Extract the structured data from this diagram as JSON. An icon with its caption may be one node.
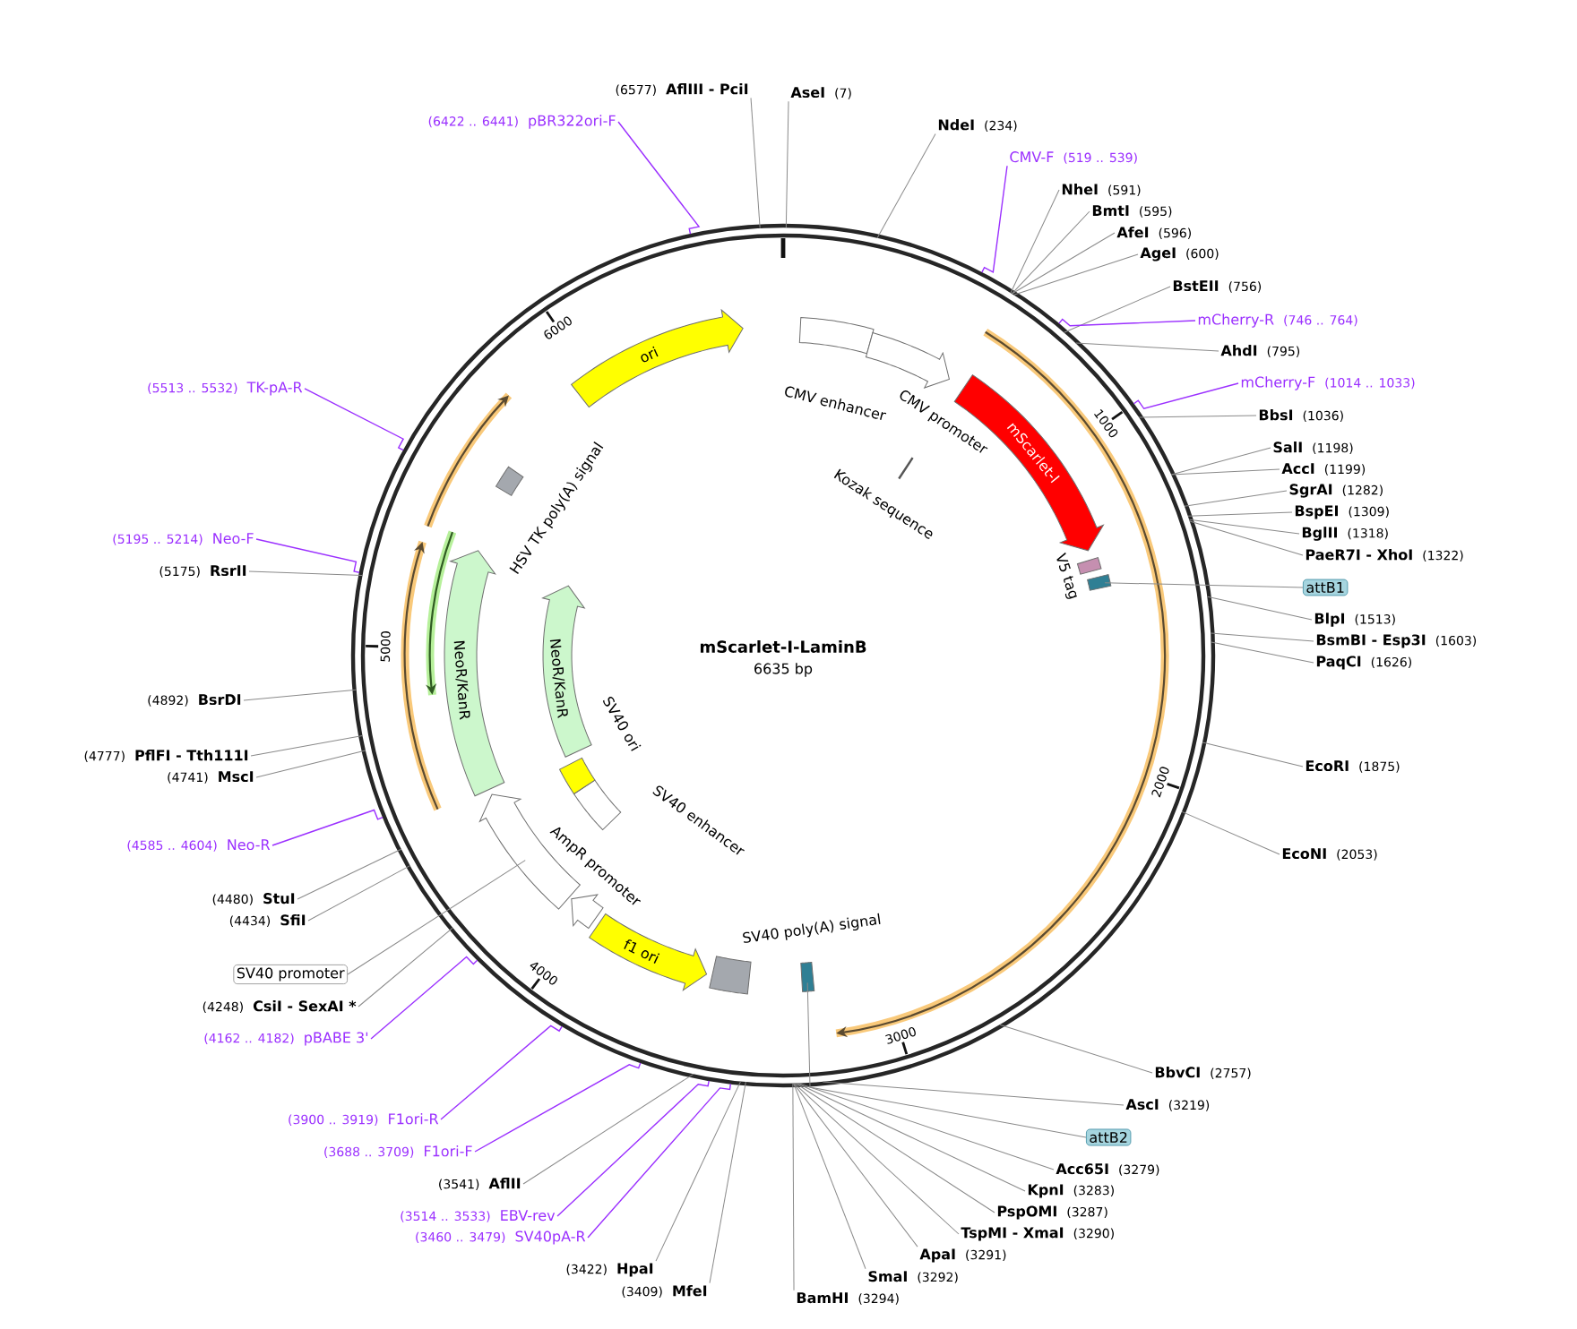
{
  "diagram": {
    "title": "mScarlet-I-LaminB",
    "nodes": [
      {
        "text": [
          "(6577)",
          "AflIII - PciI"
        ]
      },
      {
        "text": [
          "AseI",
          "(7)"
        ]
      },
      {
        "text": [
          "(6422 .. 6441)",
          "pBR322ori-F"
        ]
      },
      {
        "text": [
          "NdeI",
          "(234)"
        ]
      },
      {
        "text": [
          "CMV-F",
          "(519 .. 539)"
        ]
      },
      {
        "text": [
          "NheI",
          "(591)"
        ]
      },
      {
        "text": [
          "BmtI",
          "(595)"
        ]
      },
      {
        "text": [
          "AfeI",
          "(596)"
        ]
      },
      {
        "text": [
          "AgeI",
          "(600)"
        ]
      },
      {
        "text": [
          "BstEII",
          "(756)"
        ]
      },
      {
        "text": [
          "mCherry-R",
          "(746 .. 764)"
        ]
      },
      {
        "text": [
          "AhdI",
          "(795)"
        ]
      },
      {
        "text": [
          "mCherry-F",
          "(1014 .. 1033)"
        ]
      },
      {
        "text": [
          "BbsI",
          "(1036)"
        ]
      },
      {
        "text": [
          "SalI",
          "(1198)"
        ]
      },
      {
        "text": [
          "AccI",
          "(1199)"
        ]
      },
      {
        "text": [
          "SgrAI",
          "(1282)"
        ]
      },
      {
        "text": [
          "BspEI",
          "(1309)"
        ]
      },
      {
        "text": [
          "BglII",
          "(1318)"
        ]
      },
      {
        "text": [
          "PaeR7I - XhoI",
          "(1322)"
        ]
      },
      {
        "text": [
          "attB1"
        ]
      },
      {
        "text": [
          "BlpI",
          "(1513)"
        ]
      },
      {
        "text": [
          "BsmBI - Esp3I",
          "(1603)"
        ]
      },
      {
        "text": [
          "PaqCI",
          "(1626)"
        ]
      },
      {
        "text": [
          "EcoRI",
          "(1875)"
        ]
      },
      {
        "text": [
          "EcoNI",
          "(2053)"
        ]
      },
      {
        "text": [
          "BbvCI",
          "(2757)"
        ]
      },
      {
        "text": [
          "AscI",
          "(3219)"
        ]
      },
      {
        "text": [
          "attB2"
        ]
      },
      {
        "text": [
          "Acc65I",
          "(3279)"
        ]
      },
      {
        "text": [
          "KpnI",
          "(3283)"
        ]
      },
      {
        "text": [
          "PspOMI",
          "(3287)"
        ]
      },
      {
        "text": [
          "TspMI - XmaI",
          "(3290)"
        ]
      },
      {
        "text": [
          "ApaI",
          "(3291)"
        ]
      },
      {
        "text": [
          "SmaI",
          "(3292)"
        ]
      },
      {
        "text": [
          "BamHI",
          "(3294)"
        ]
      },
      {
        "text": [
          "(3409)",
          "MfeI"
        ]
      },
      {
        "text": [
          "(3422)",
          "HpaI"
        ]
      },
      {
        "text": [
          "(3460 .. 3479)",
          "SV40pA-R"
        ]
      },
      {
        "text": [
          "(3514 .. 3533)",
          "EBV-rev"
        ]
      },
      {
        "text": [
          "(3541)",
          "AflII"
        ]
      },
      {
        "text": [
          "(3688 .. 3709)",
          "F1ori-F"
        ]
      },
      {
        "text": [
          "(3900 .. 3919)",
          "F1ori-R"
        ]
      },
      {
        "text": [
          "(4162 .. 4182)",
          "pBABE 3'"
        ]
      },
      {
        "text": [
          "(4248)",
          "CsiI - SexAI *"
        ]
      },
      {
        "text": [
          "SV40 promoter"
        ]
      },
      {
        "text": [
          "(4434)",
          "SfiI"
        ]
      },
      {
        "text": [
          "(4480)",
          "StuI"
        ]
      },
      {
        "text": [
          "(4585 .. 4604)",
          "Neo-R"
        ]
      },
      {
        "text": [
          "(4741)",
          "MscI"
        ]
      },
      {
        "text": [
          "(4777)",
          "PflFI - Tth111I"
        ]
      },
      {
        "text": [
          "(4892)",
          "BsrDI"
        ]
      },
      {
        "text": [
          "(5175)",
          "RsrII"
        ]
      },
      {
        "text": [
          "(5195 .. 5214)",
          "Neo-F"
        ]
      },
      {
        "text": [
          "(5513 .. 5532)",
          "TK-pA-R"
        ]
      },
      {
        "text": [
          "ori"
        ]
      },
      {
        "text": [],
        "shape": "box"
      },
      {
        "text": [],
        "shape": "arrow",
        "beside": [
          "CMV promoter"
        ]
      },
      {
        "text": [
          "mScarlet-I"
        ]
      },
      {
        "text": [],
        "shape": "bar"
      },
      {
        "text": [],
        "shape": "box",
        "beside": [
          "V5 tag"
        ]
      },
      {
        "text": [],
        "shape": "box"
      },
      {
        "text": [],
        "shape": "box",
        "beside": [
          "SV40 poly(A) signal"
        ]
      },
      {
        "text": [],
        "shape": "box"
      },
      {
        "text": [
          "f1 ori"
        ]
      },
      {
        "text": [],
        "shape": "arrow",
        "beside": [
          "AmpR promoter"
        ]
      },
      {
        "text": [],
        "shape": "arrow"
      },
      {
        "text": [],
        "shape": "box",
        "beside": [
          "SV40 enhancer"
        ]
      },
      {
        "text": [],
        "shape": "box",
        "beside": [
          "SV40 ori"
        ]
      },
      {
        "text": [
          "NeoR/KanR"
        ]
      },
      {
        "text": [
          "NeoR/KanR"
        ]
      },
      {
        "text": [],
        "shape": "box",
        "beside": [
          "HSV TK poly(A) signal"
        ]
      }
    ],
    "edges": [
      {
        "from": 0,
        "to": null,
        "arrow": "none"
      },
      {
        "from": 1,
        "to": null,
        "arrow": "none"
      },
      {
        "from": 2,
        "to": null,
        "arrow": "none",
        "color": "#9b30ff"
      },
      {
        "from": 3,
        "to": null,
        "arrow": "none"
      },
      {
        "from": 4,
        "to": null,
        "arrow": "none",
        "color": "#9b30ff"
      },
      {
        "from": 5,
        "to": null,
        "arrow": "none"
      },
      {
        "from": 6,
        "to": null,
        "arrow": "none"
      },
      {
        "from": 7,
        "to": null,
        "arrow": "none"
      },
      {
        "from": 8,
        "to": null,
        "arrow": "none"
      },
      {
        "from": 9,
        "to": null,
        "arrow": "none"
      },
      {
        "from": 10,
        "to": null,
        "arrow": "none",
        "color": "#9b30ff"
      },
      {
        "from": 11,
        "to": null,
        "arrow": "none"
      },
      {
        "from": 12,
        "to": null,
        "arrow": "none",
        "color": "#9b30ff"
      },
      {
        "from": 13,
        "to": null,
        "arrow": "none"
      },
      {
        "from": 14,
        "to": null,
        "arrow": "none"
      },
      {
        "from": 15,
        "to": null,
        "arrow": "none"
      },
      {
        "from": 16,
        "to": null,
        "arrow": "none"
      },
      {
        "from": 17,
        "to": null,
        "arrow": "none"
      },
      {
        "from": 18,
        "to": null,
        "arrow": "none"
      },
      {
        "from": 19,
        "to": null,
        "arrow": "none"
      },
      {
        "from": 20,
        "to": 61,
        "arrow": "none"
      },
      {
        "from": 21,
        "to": null,
        "arrow": "none"
      },
      {
        "from": 22,
        "to": null,
        "arrow": "none"
      },
      {
        "from": 23,
        "to": null,
        "arrow": "none"
      },
      {
        "from": 24,
        "to": null,
        "arrow": "none"
      },
      {
        "from": 25,
        "to": null,
        "arrow": "none"
      },
      {
        "from": 26,
        "to": null,
        "arrow": "none"
      },
      {
        "from": 27,
        "to": null,
        "arrow": "none"
      },
      {
        "from": 28,
        "to": 63,
        "arrow": "none"
      },
      {
        "from": 29,
        "to": null,
        "arrow": "none"
      },
      {
        "from": 30,
        "to": null,
        "arrow": "none"
      },
      {
        "from": 31,
        "to": null,
        "arrow": "none"
      },
      {
        "from": 32,
        "to": null,
        "arrow": "none"
      },
      {
        "from": 33,
        "to": null,
        "arrow": "none"
      },
      {
        "from": 34,
        "to": null,
        "arrow": "none"
      },
      {
        "from": 35,
        "to": null,
        "arrow": "none"
      },
      {
        "from": 36,
        "to": null,
        "arrow": "none"
      },
      {
        "from": 37,
        "to": null,
        "arrow": "none"
      },
      {
        "from": 38,
        "to": null,
        "arrow": "none",
        "color": "#9b30ff"
      },
      {
        "from": 39,
        "to": null,
        "arrow": "none",
        "color": "#9b30ff"
      },
      {
        "from": 40,
        "to": null,
        "arrow": "none"
      },
      {
        "from": 41,
        "to": null,
        "arrow": "none",
        "color": "#9b30ff"
      },
      {
        "from": 42,
        "to": null,
        "arrow": "none",
        "color": "#9b30ff"
      },
      {
        "from": 43,
        "to": null,
        "arrow": "none",
        "color": "#9b30ff"
      },
      {
        "from": 44,
        "to": null,
        "arrow": "none"
      },
      {
        "from": 45,
        "to": 66,
        "arrow": "none"
      },
      {
        "from": 46,
        "to": null,
        "arrow": "none"
      },
      {
        "from": 47,
        "to": null,
        "arrow": "none"
      },
      {
        "from": 48,
        "to": null,
        "arrow": "none",
        "color": "#9b30ff"
      },
      {
        "from": 49,
        "to": null,
        "arrow": "none"
      },
      {
        "from": 50,
        "to": null,
        "arrow": "none"
      },
      {
        "from": 51,
        "to": null,
        "arrow": "none"
      },
      {
        "from": 52,
        "to": null,
        "arrow": "none"
      },
      {
        "from": 53,
        "to": null,
        "arrow": "none",
        "color": "#9b30ff"
      },
      {
        "from": 54,
        "to": null,
        "arrow": "none",
        "color": "#9b30ff"
      }
    ],
    "labels": [
      "6635 bp",
      "1000",
      "2000",
      "3000",
      "4000",
      "5000",
      "6000",
      "CMV enhancer",
      "Kozak sequence"
    ]
  }
}
